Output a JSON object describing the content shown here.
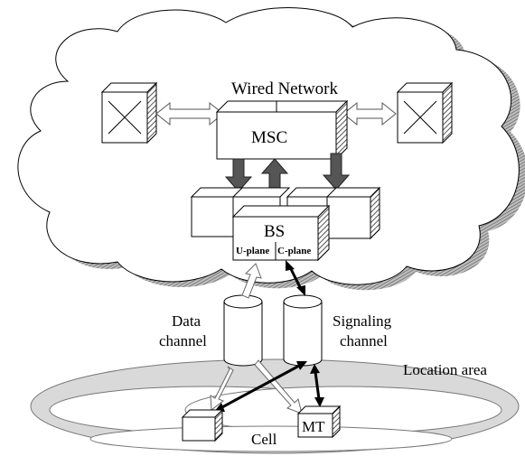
{
  "diagram": {
    "labels": {
      "wired_network": "Wired Network",
      "msc": "MSC",
      "bs": "BS",
      "u_plane": "U-plane",
      "c_plane": "C-plane",
      "data_channel_line1": "Data",
      "data_channel_line2": "channel",
      "signaling_channel_line1": "Signaling",
      "signaling_channel_line2": "channel",
      "location_area": "Location area",
      "cell": "Cell",
      "mt": "MT"
    },
    "colors": {
      "cloud_shadow": "#8a8a8a",
      "ellipse_fill": "#d9d9d9",
      "dark_arrow": "#555555",
      "light_arrow": "#ffffff",
      "outline": "#000000"
    }
  }
}
